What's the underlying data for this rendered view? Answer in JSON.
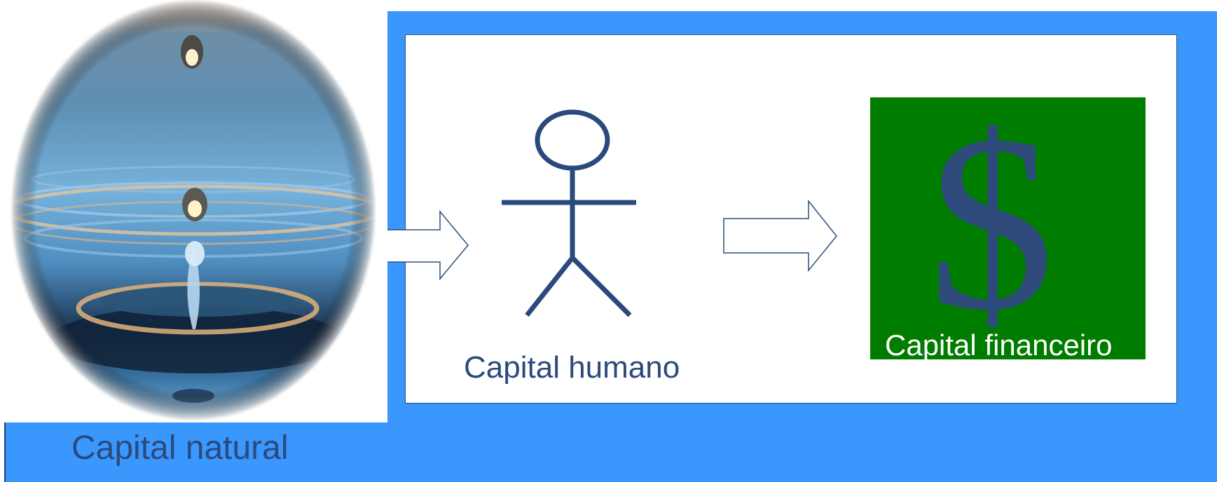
{
  "diagram": {
    "natural_label": "Capital natural",
    "human_label": "Capital humano",
    "financial_label": "Capital financeiro",
    "currency_symbol": "$"
  },
  "colors": {
    "blue_background": "#3a97fd",
    "label_dark_blue": "#2b4a7c",
    "green_box": "#007d00",
    "figure_stroke": "#2b4a7c"
  },
  "icons": {
    "natural": "water-drop-photo",
    "human": "stick-figure-icon",
    "financial": "dollar-sign-icon",
    "flow": "arrow-right-icon"
  }
}
